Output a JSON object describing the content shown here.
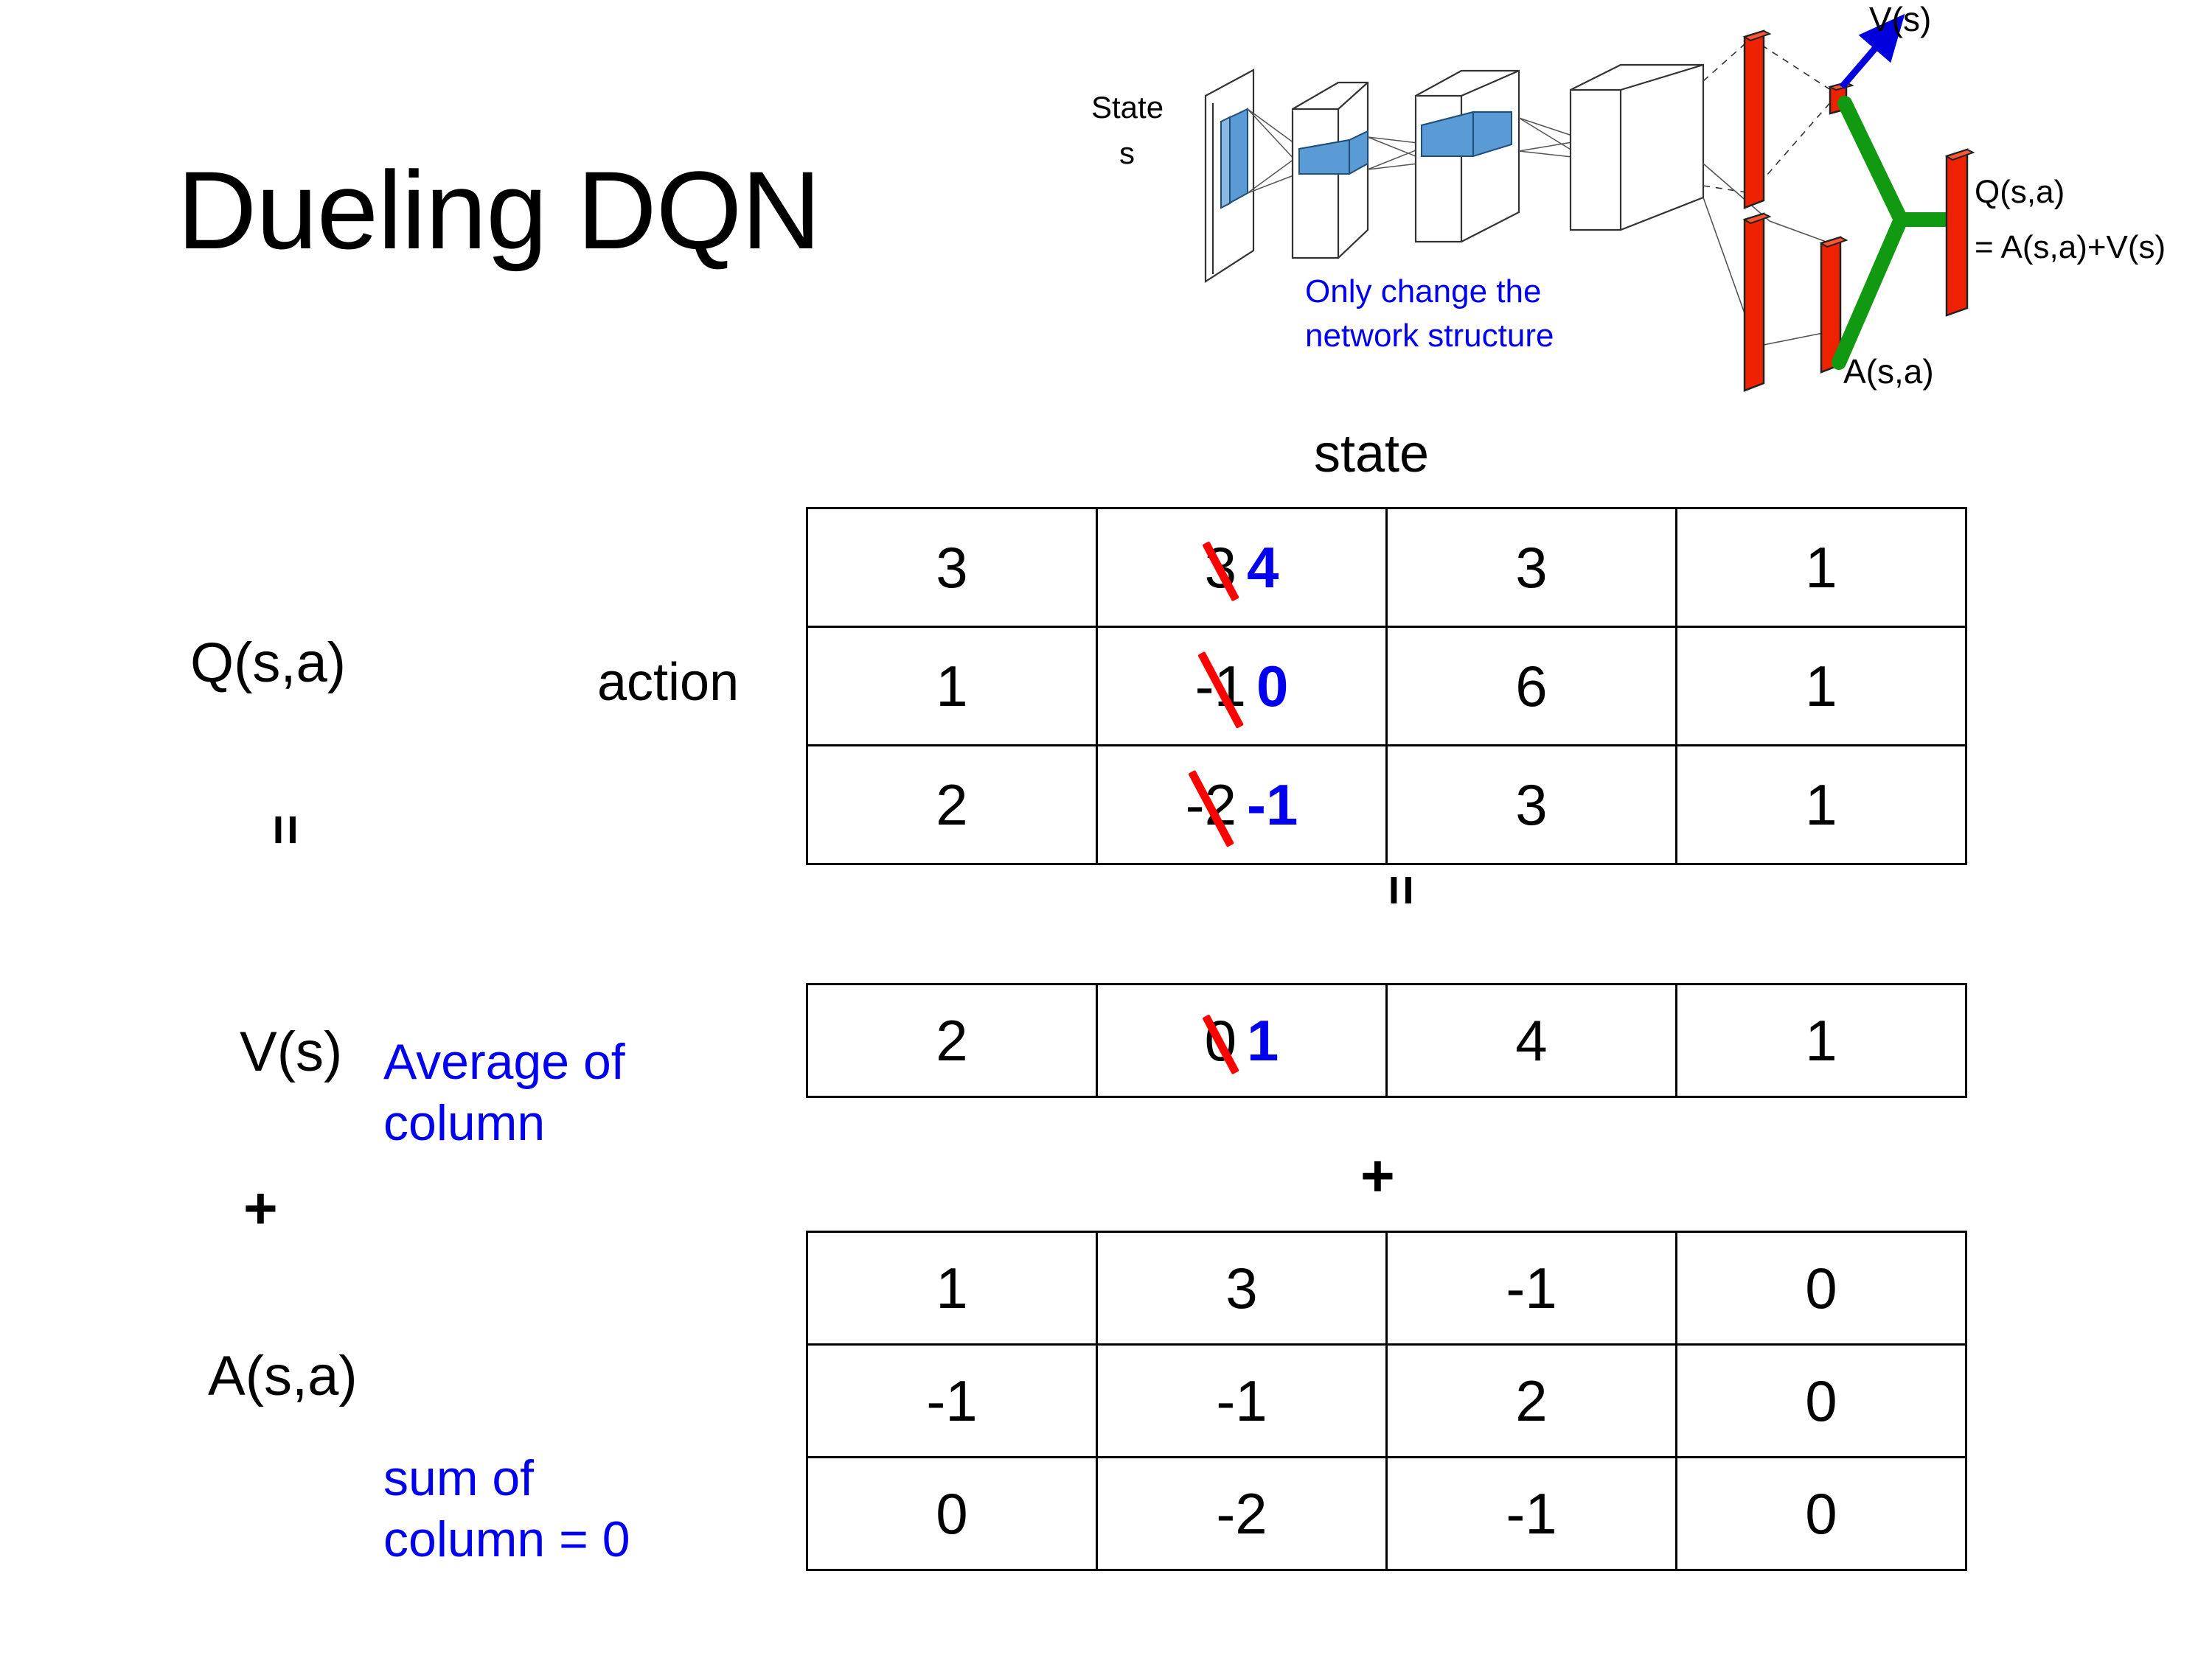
{
  "slide": {
    "title": "Dueling DQN"
  },
  "figure": {
    "caption_state": "State",
    "caption_state_sub": "s",
    "note": "Only change the\nnetwork structure",
    "note_line1": "Only change the",
    "note_line2": "network structure",
    "label_vs": "V(s)",
    "label_asa": "A(s,a)",
    "label_qsa": "Q(s,a)",
    "label_qsa_eq": "= A(s,a)+V(s)",
    "colors": {
      "note_blue": "#0000ee",
      "bar_red": "#ee2200",
      "link_green": "#119911",
      "arrow_blue": "#0000dd",
      "conv_blue": "#5b9bd5"
    }
  },
  "labels": {
    "state_header": "state",
    "action": "action",
    "q_label": "Q(s,a)",
    "v_label": "V(s)",
    "a_label": "A(s,a)",
    "equals": "=",
    "plus": "+"
  },
  "notes": {
    "average_line1": "Average of",
    "average_line2": "column",
    "sum_line1": "sum of",
    "sum_line2": "column = 0",
    "color": "#0000ee"
  },
  "chart_data": {
    "type": "table",
    "title": "Dueling DQN  Q(s,a) = V(s) + A(s,a)",
    "xlabel": "state",
    "ylabel": "action",
    "edit_color": "#0000ee",
    "strike_color": "#ff0000",
    "tables": [
      {
        "name": "Q(s,a)",
        "rows": 3,
        "cols": 4,
        "values": [
          [
            {
              "value": "3"
            },
            {
              "value": "3",
              "struck": true,
              "new_value": "4"
            },
            {
              "value": "3"
            },
            {
              "value": "1"
            }
          ],
          [
            {
              "value": "1"
            },
            {
              "value": "-1",
              "struck": true,
              "new_value": "0"
            },
            {
              "value": "6"
            },
            {
              "value": "1"
            }
          ],
          [
            {
              "value": "2"
            },
            {
              "value": "-2",
              "struck": true,
              "new_value": "-1"
            },
            {
              "value": "3"
            },
            {
              "value": "1"
            }
          ]
        ]
      },
      {
        "name": "V(s)",
        "rows": 1,
        "cols": 4,
        "values": [
          [
            {
              "value": "2"
            },
            {
              "value": "0",
              "struck": true,
              "new_value": "1"
            },
            {
              "value": "4"
            },
            {
              "value": "1"
            }
          ]
        ]
      },
      {
        "name": "A(s,a)",
        "rows": 3,
        "cols": 4,
        "values": [
          [
            {
              "value": "1"
            },
            {
              "value": "3"
            },
            {
              "value": "-1"
            },
            {
              "value": "0"
            }
          ],
          [
            {
              "value": "-1"
            },
            {
              "value": "-1"
            },
            {
              "value": "2"
            },
            {
              "value": "0"
            }
          ],
          [
            {
              "value": "0"
            },
            {
              "value": "-2"
            },
            {
              "value": "-1"
            },
            {
              "value": "0"
            }
          ]
        ]
      }
    ]
  }
}
